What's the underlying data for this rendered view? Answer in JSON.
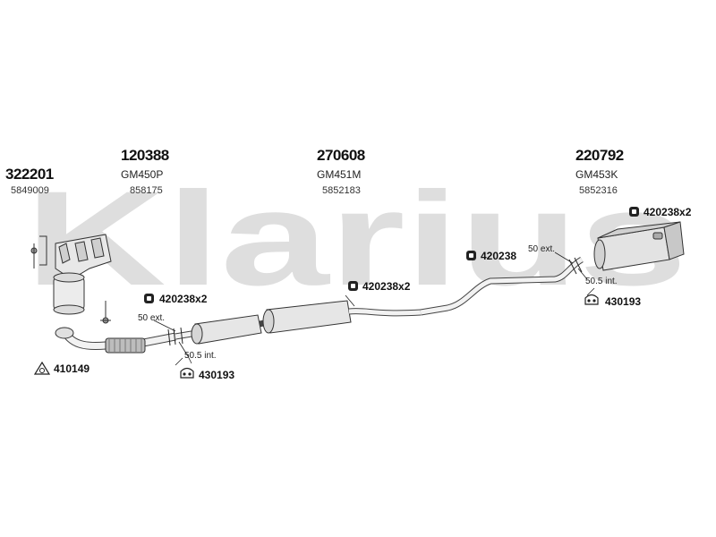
{
  "watermark": {
    "text": "Klarius",
    "color": "#d9d9d9"
  },
  "parts": [
    {
      "number": "322201",
      "code": "5849009"
    },
    {
      "number": "120388",
      "ref": "GM450P",
      "code": "858175"
    },
    {
      "number": "270608",
      "ref": "GM451M",
      "code": "5852183"
    },
    {
      "number": "220792",
      "ref": "GM453K",
      "code": "5852316"
    }
  ],
  "fittings": {
    "clamp_a": "420238x2",
    "clamp_b": "420238x2",
    "clamp_c": "420238",
    "clamp_d": "420238x2",
    "gasket": "410149",
    "hanger_a": "430193",
    "hanger_b": "430193"
  },
  "notes": {
    "ext_a": "50 ext.",
    "int_a": "50.5 int.",
    "ext_b": "50 ext.",
    "int_b": "50.5 int."
  },
  "icons": [
    "clamp-icon",
    "gasket-icon",
    "rubber-hanger-icon"
  ]
}
